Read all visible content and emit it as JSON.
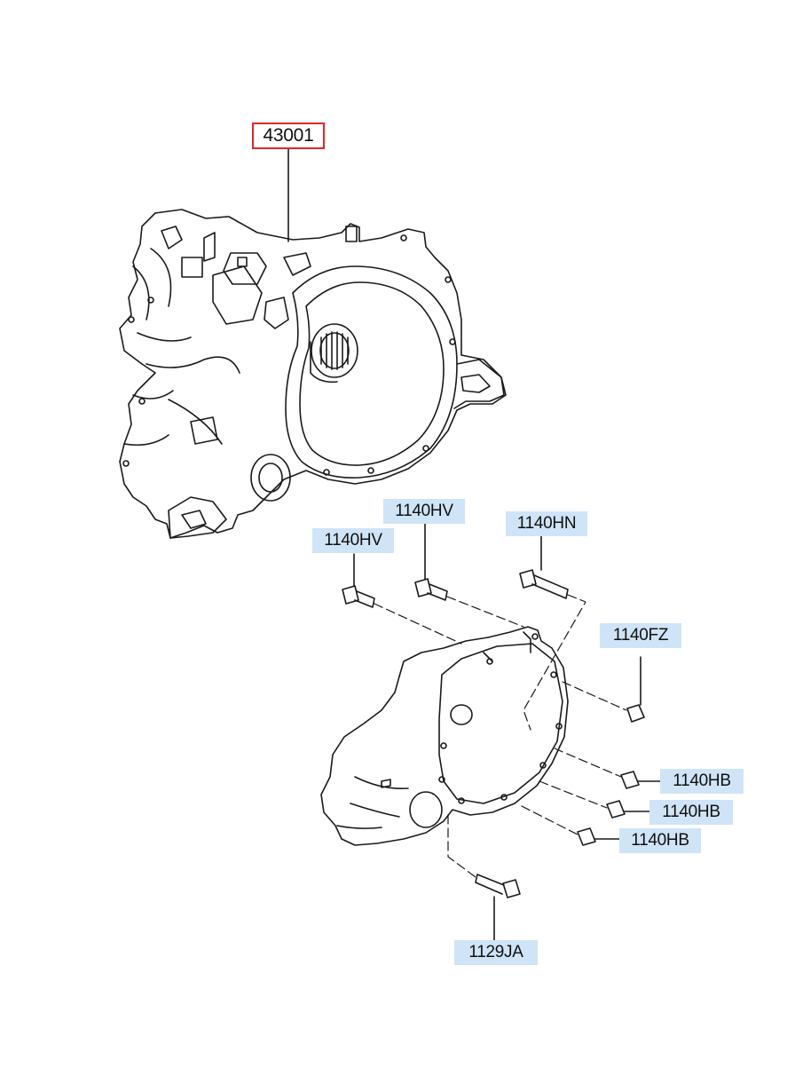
{
  "callouts": [
    {
      "id": "assembly",
      "text": "43001"
    },
    {
      "id": "bolt_a",
      "text": "1140HV"
    },
    {
      "id": "bolt_b",
      "text": "1140HV"
    },
    {
      "id": "bolt_c",
      "text": "1140HN"
    },
    {
      "id": "bolt_d",
      "text": "1140FZ"
    },
    {
      "id": "bolt_e",
      "text": "1140HB"
    },
    {
      "id": "bolt_f",
      "text": "1140HB"
    },
    {
      "id": "bolt_g",
      "text": "1140HB"
    },
    {
      "id": "bolt_h",
      "text": "1129JA"
    }
  ],
  "colors": {
    "highlight_border": "#e0262a",
    "label_fill": "#cfe4f7",
    "line": "#1a1a1a"
  }
}
